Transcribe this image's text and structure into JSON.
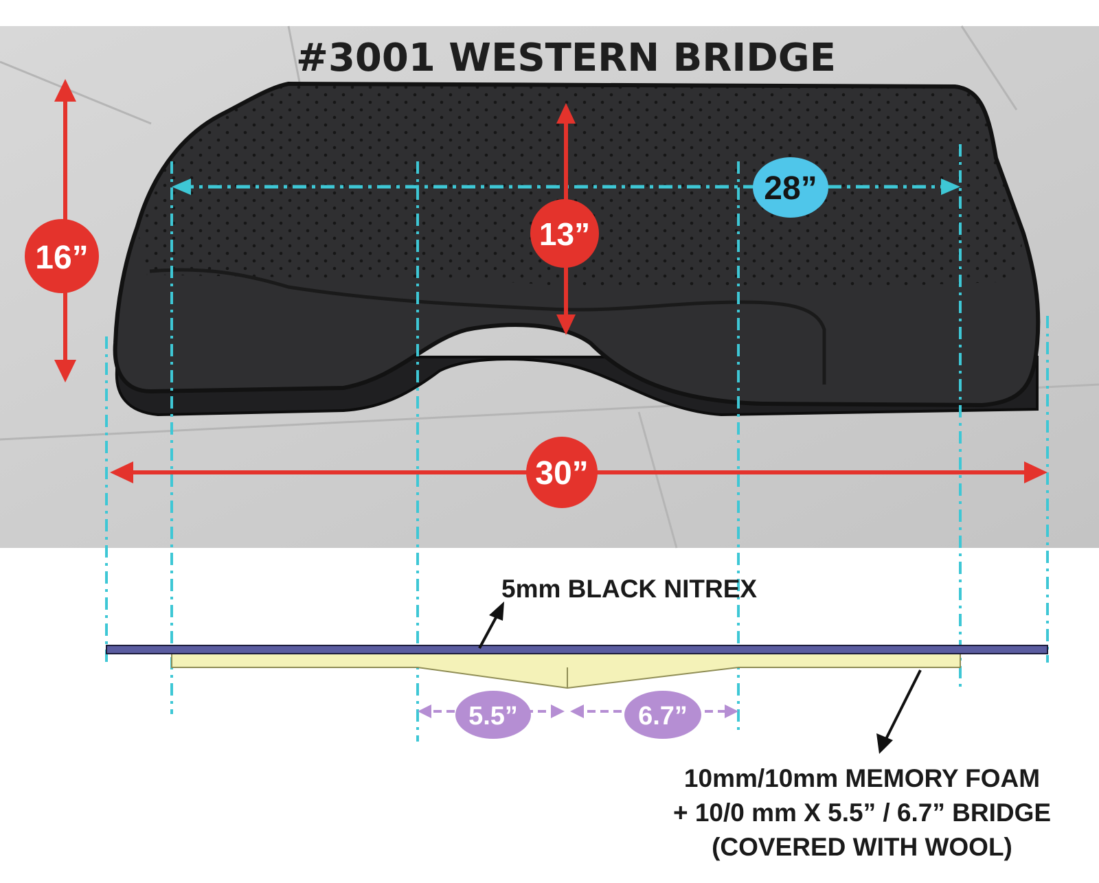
{
  "title": "#3001  WESTERN BRIDGE",
  "dimensions": {
    "height_outer": "16”",
    "height_inner": "13”",
    "width_inner": "28”",
    "width_outer": "30”",
    "bridge_front": "5.5”",
    "bridge_rear": "6.7”"
  },
  "callouts": {
    "top_layer": "5mm BLACK NITREX",
    "foam_line1": "10mm/10mm MEMORY FOAM",
    "foam_line2": "+ 10/0 mm X 5.5” / 6.7” BRIDGE",
    "foam_line3": "(COVERED WITH WOOL)"
  },
  "colors": {
    "red": "#e4332c",
    "cyan": "#3ec7d5",
    "cyan_badge": "#4fc6ea",
    "purple": "#b58ed3",
    "nitrex_band": "#5a5ca0",
    "foam": "#f4f2b8",
    "pad": "#2d2d2f",
    "floor": "#cfcfcf"
  }
}
